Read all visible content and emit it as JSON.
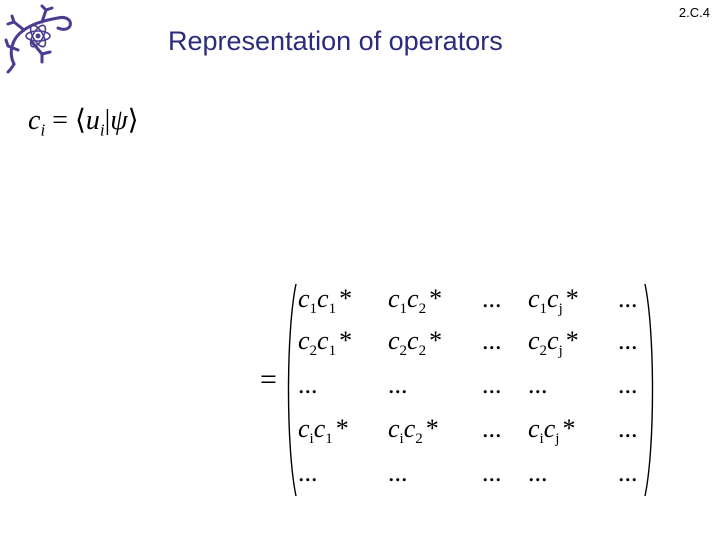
{
  "slide_number": "2.C.4",
  "title": "Representation of operators",
  "equation": {
    "lhs_symbol": "c",
    "lhs_index": "i",
    "equals": "=",
    "open_bracket": "⟨",
    "bra_symbol": "u",
    "bra_index": "i",
    "bar": "|",
    "ket_symbol": "ψ",
    "close_bracket": "⟩"
  },
  "matrix_equals": "=",
  "matrix": {
    "rows": [
      [
        {
          "a": "c",
          "ai": "1",
          "b": "c",
          "bi": "1",
          "star": "*"
        },
        {
          "a": "c",
          "ai": "1",
          "b": "c",
          "bi": "2",
          "star": "*"
        },
        {
          "dots": "..."
        },
        {
          "a": "c",
          "ai": "1",
          "b": "c",
          "bi": "j",
          "star": "*"
        },
        {
          "dots": "..."
        }
      ],
      [
        {
          "a": "c",
          "ai": "2",
          "b": "c",
          "bi": "1",
          "star": "*"
        },
        {
          "a": "c",
          "ai": "2",
          "b": "c",
          "bi": "2",
          "star": "*"
        },
        {
          "dots": "..."
        },
        {
          "a": "c",
          "ai": "2",
          "b": "c",
          "bi": "j",
          "star": "*"
        },
        {
          "dots": "..."
        }
      ],
      [
        {
          "dots": "..."
        },
        {
          "dots": "..."
        },
        {
          "dots": "..."
        },
        {
          "dots": "..."
        },
        {
          "dots": "..."
        }
      ],
      [
        {
          "a": "c",
          "ai": "i",
          "b": "c",
          "bi": "1",
          "star": "*"
        },
        {
          "a": "c",
          "ai": "i",
          "b": "c",
          "bi": "2",
          "star": "*"
        },
        {
          "dots": "..."
        },
        {
          "a": "c",
          "ai": "i",
          "b": "c",
          "bi": "j",
          "star": "*"
        },
        {
          "dots": "..."
        }
      ],
      [
        {
          "dots": "..."
        },
        {
          "dots": "..."
        },
        {
          "dots": "..."
        },
        {
          "dots": "..."
        },
        {
          "dots": "..."
        }
      ]
    ]
  },
  "colors": {
    "title": "#2b2b7c",
    "logo": "#4a3d8f",
    "text": "#000000"
  },
  "icons": {
    "logo": "gecko-atom-logo-icon"
  }
}
